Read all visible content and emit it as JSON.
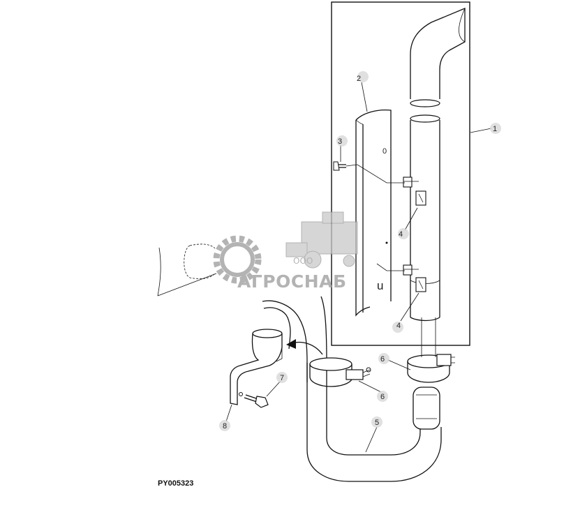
{
  "figure_id": "PY005323",
  "callouts": {
    "c1": "1",
    "c2": "2",
    "c3": "3",
    "c4a": "4",
    "c4b": "4",
    "c5": "5",
    "c6a": "6",
    "c6b": "6",
    "c7": "7",
    "c8": "8"
  },
  "watermark": {
    "prefix": "ООО",
    "name": "АГРОСНАБ"
  },
  "shield_marks": {
    "top": "0",
    "side": "u"
  },
  "colors": {
    "line": "#111111",
    "watermark": "#9a9a9a",
    "callout_circle": "#d8d8d8"
  }
}
